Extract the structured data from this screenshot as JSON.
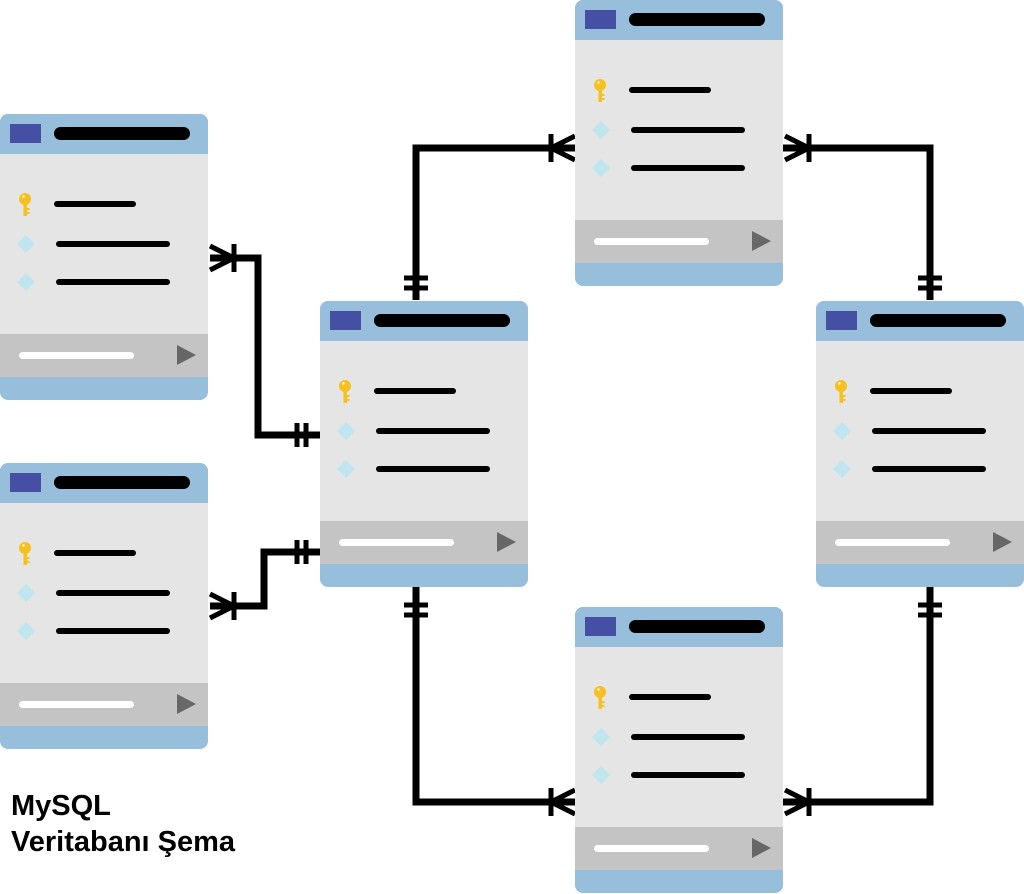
{
  "caption": {
    "line1": "MySQL",
    "line2": "Veritabanı Şema"
  },
  "colors": {
    "card_frame": "#97bfdb",
    "header_icon": "#4550a5",
    "body": "#e5e5e5",
    "footer": "#c4c4c4",
    "play": "#676767",
    "primary_key": "#f6c01f",
    "field_diamond": "#bfe6ee",
    "connector": "#000000"
  },
  "tables": [
    {
      "id": "table-top-left",
      "rows": [
        {
          "icon": "key-icon"
        },
        {
          "icon": "diamond-icon"
        },
        {
          "icon": "diamond-icon"
        }
      ]
    },
    {
      "id": "table-bottom-left",
      "rows": [
        {
          "icon": "key-icon"
        },
        {
          "icon": "diamond-icon"
        },
        {
          "icon": "diamond-icon"
        }
      ]
    },
    {
      "id": "table-center",
      "rows": [
        {
          "icon": "key-icon"
        },
        {
          "icon": "diamond-icon"
        },
        {
          "icon": "diamond-icon"
        }
      ]
    },
    {
      "id": "table-top",
      "rows": [
        {
          "icon": "key-icon"
        },
        {
          "icon": "diamond-icon"
        },
        {
          "icon": "diamond-icon"
        }
      ]
    },
    {
      "id": "table-right",
      "rows": [
        {
          "icon": "key-icon"
        },
        {
          "icon": "diamond-icon"
        },
        {
          "icon": "diamond-icon"
        }
      ]
    },
    {
      "id": "table-bottom",
      "rows": [
        {
          "icon": "key-icon"
        },
        {
          "icon": "diamond-icon"
        },
        {
          "icon": "diamond-icon"
        }
      ]
    }
  ],
  "relationships": [
    {
      "from": "table-center",
      "from_end": "one-and-only-one",
      "to": "table-top-left",
      "to_end": "one-or-many"
    },
    {
      "from": "table-center",
      "from_end": "one-and-only-one",
      "to": "table-bottom-left",
      "to_end": "one-or-many"
    },
    {
      "from": "table-center",
      "from_end": "one-and-only-one",
      "to": "table-top",
      "to_end": "one-or-many"
    },
    {
      "from": "table-center",
      "from_end": "one-and-only-one",
      "to": "table-bottom",
      "to_end": "one-or-many"
    },
    {
      "from": "table-right",
      "from_end": "one-and-only-one",
      "to": "table-top",
      "to_end": "one-or-many"
    },
    {
      "from": "table-right",
      "from_end": "one-and-only-one",
      "to": "table-bottom",
      "to_end": "one-or-many"
    }
  ]
}
